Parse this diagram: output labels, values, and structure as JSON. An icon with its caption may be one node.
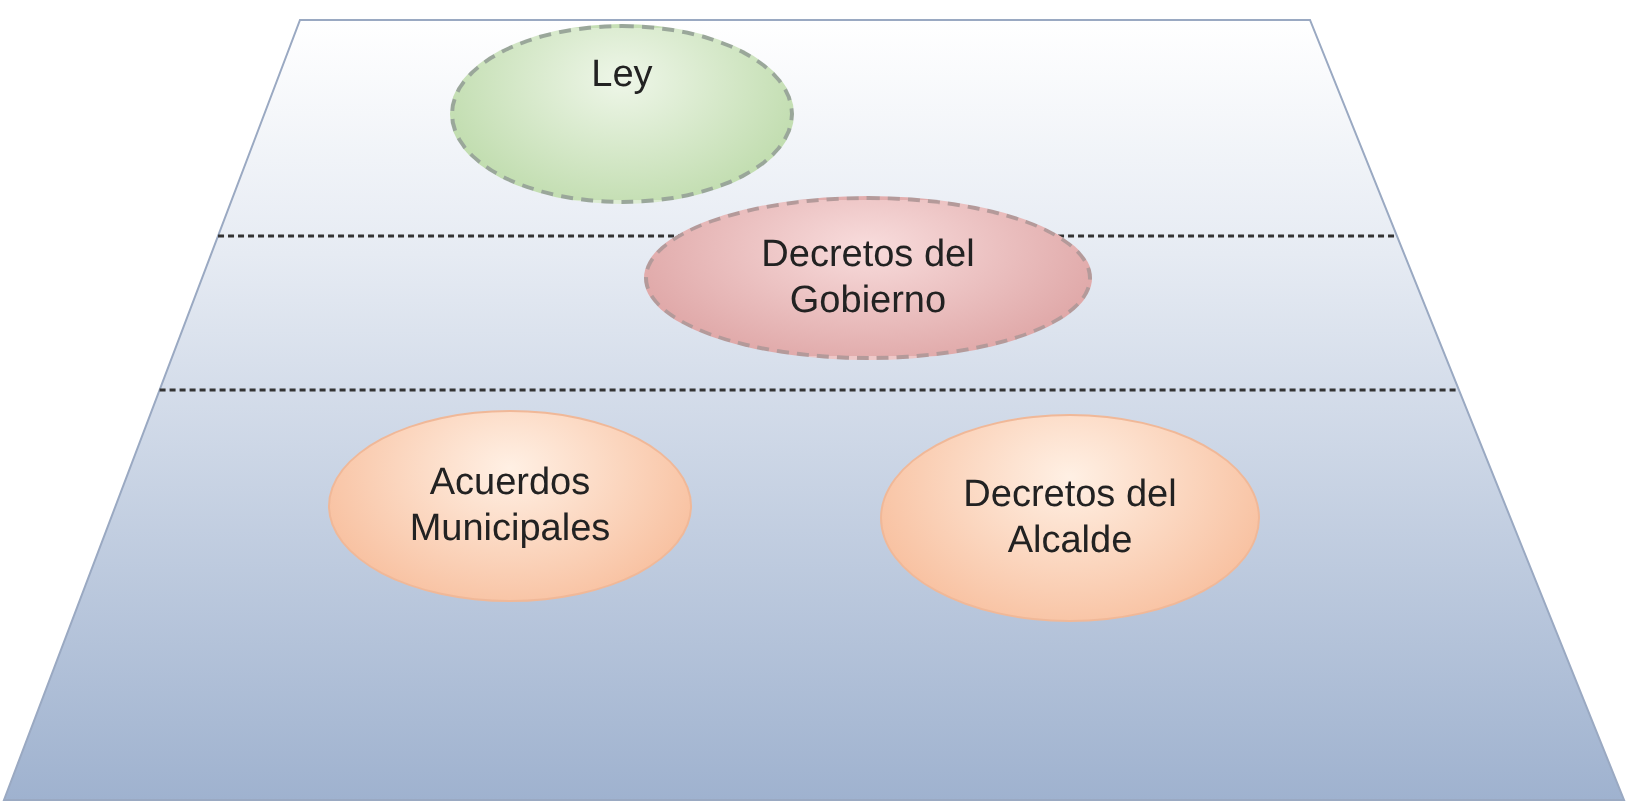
{
  "diagram": {
    "nodes": [
      {
        "text": [
          "Ley"
        ]
      },
      {
        "text": [
          "Decretos del Gobierno"
        ]
      },
      {
        "text": [
          "Acuerdos Municipales"
        ]
      },
      {
        "text": [
          "Decretos del Alcalde"
        ]
      }
    ]
  }
}
